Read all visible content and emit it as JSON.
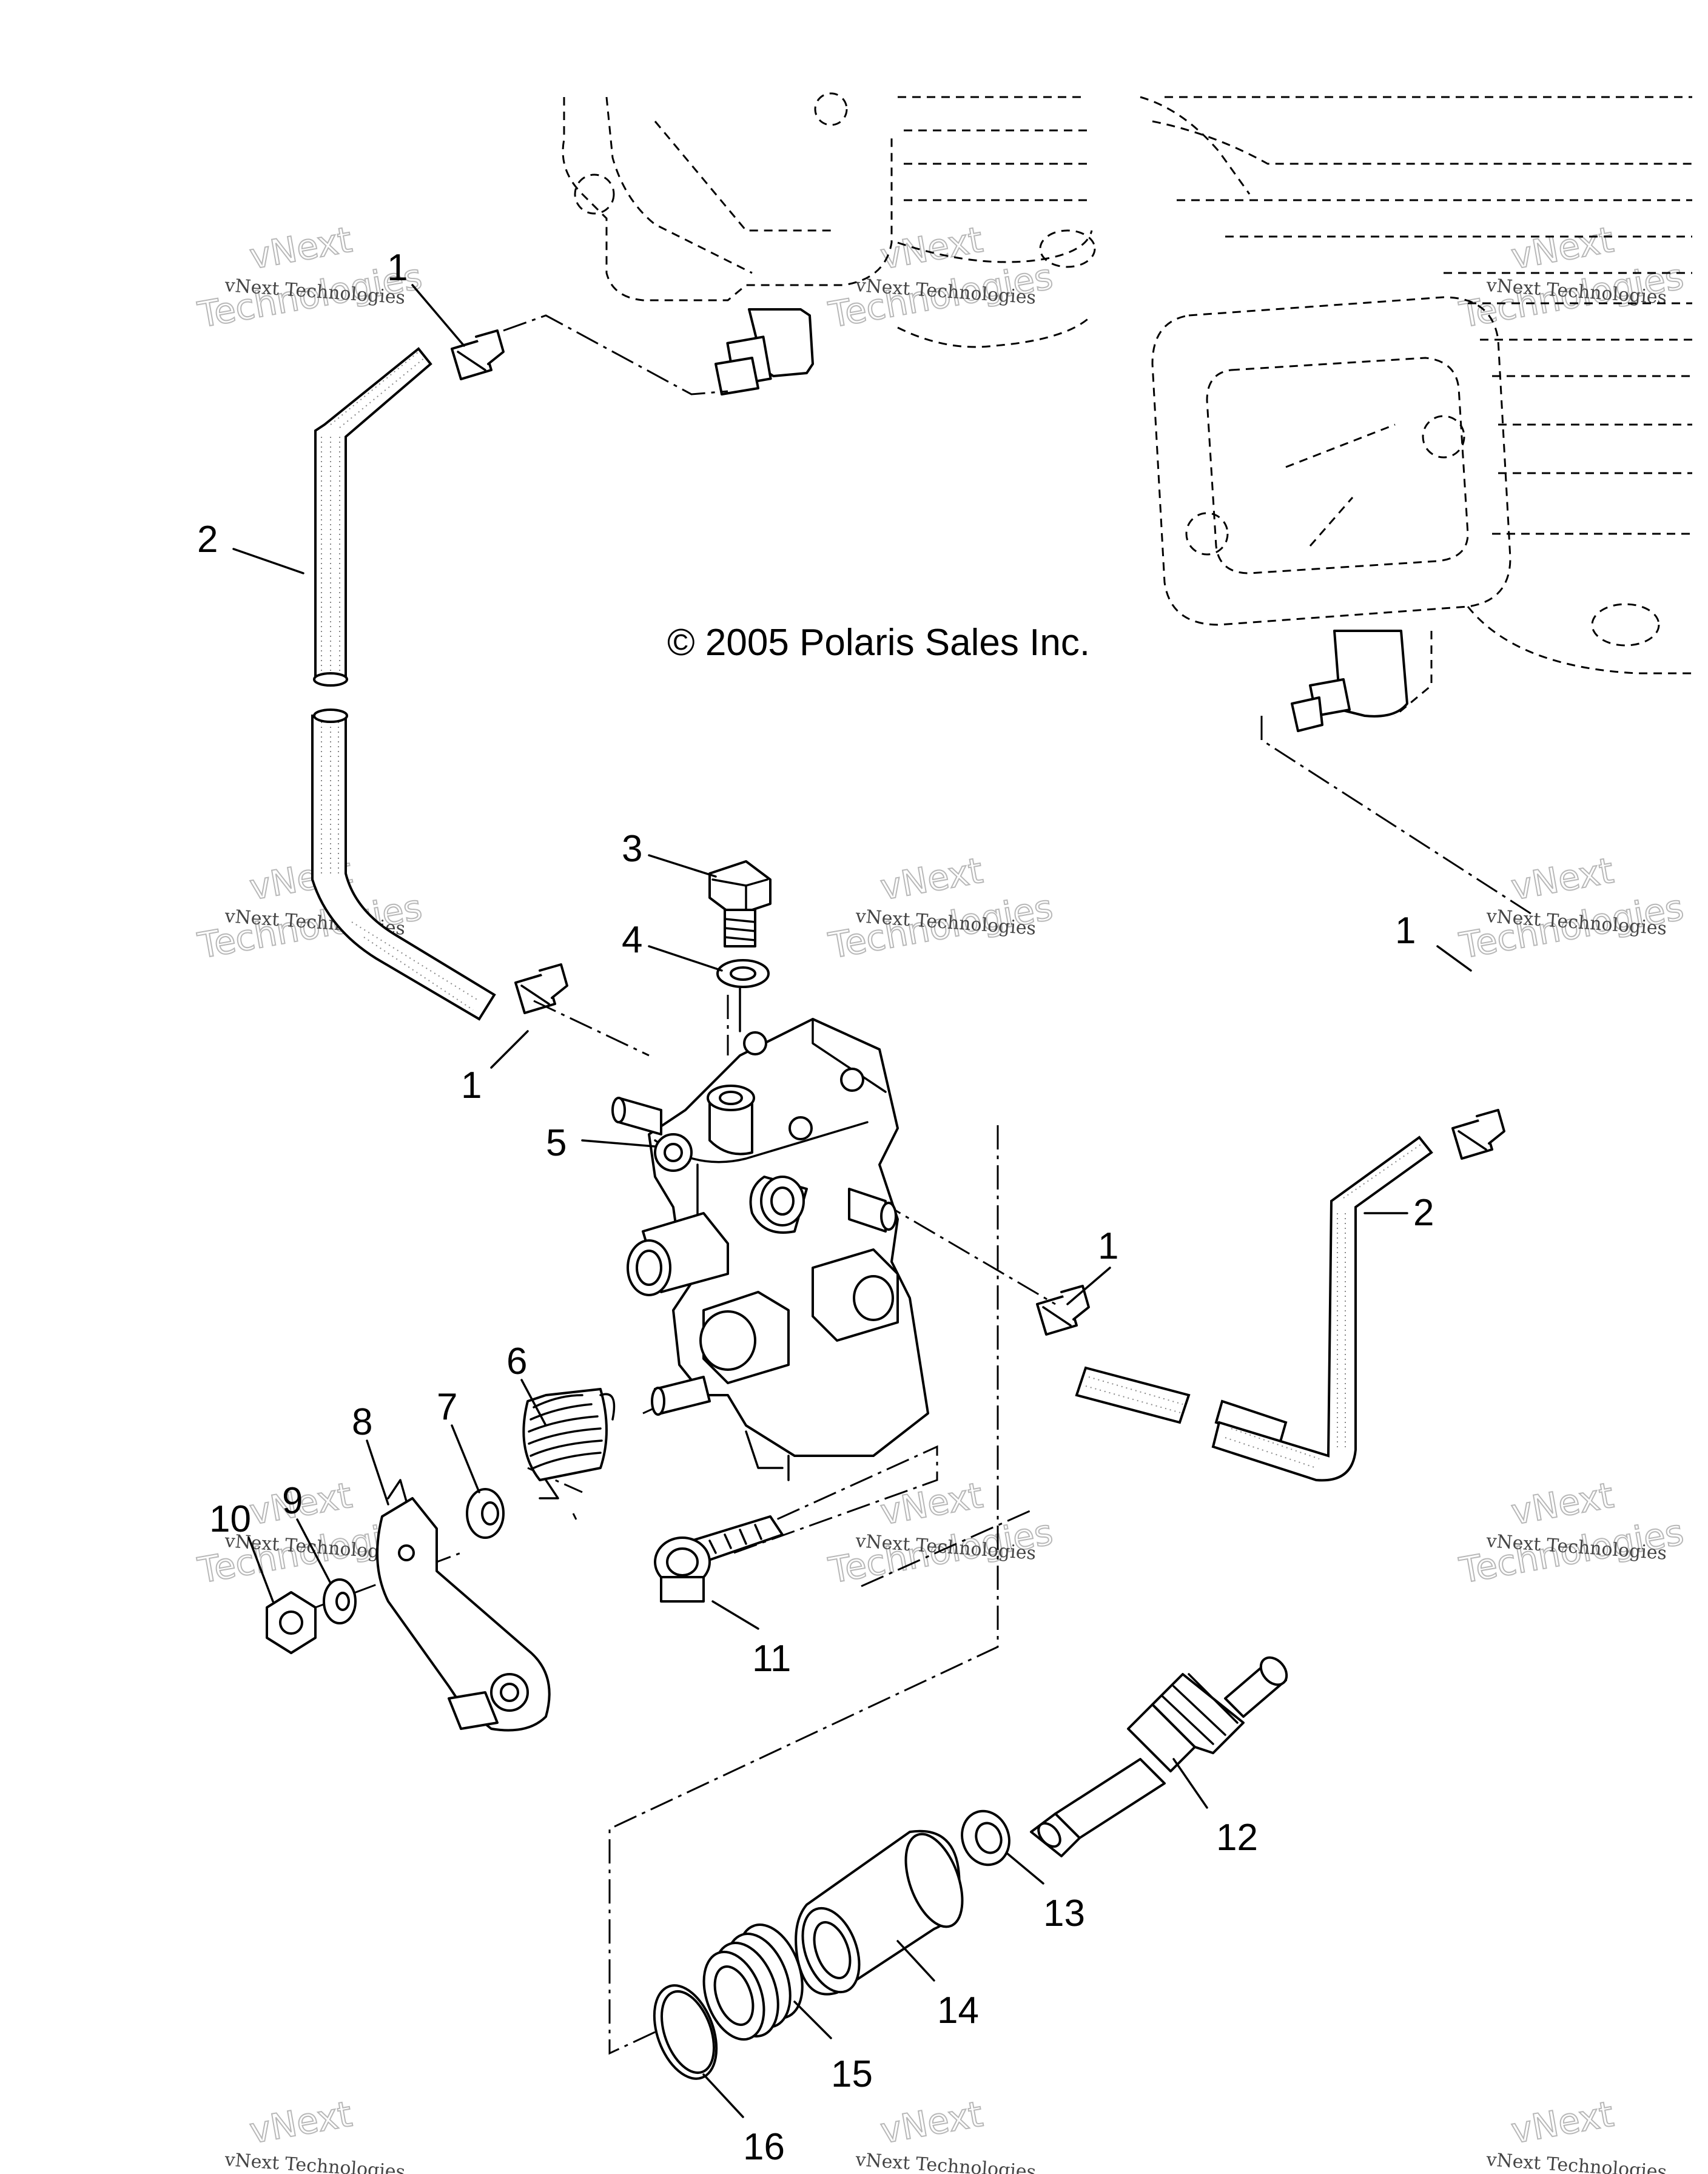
{
  "copyright": "© 2005 Polaris Sales Inc.",
  "watermark": {
    "small": "vNext Technologies",
    "large_top": "vNext",
    "large_bottom": "Technologies"
  },
  "callouts": {
    "c1a": "1",
    "c1b": "1",
    "c1c": "1",
    "c1d": "1",
    "c2a": "2",
    "c2b": "2",
    "c3": "3",
    "c4": "4",
    "c5": "5",
    "c6": "6",
    "c7": "7",
    "c8": "8",
    "c9": "9",
    "c10": "10",
    "c11": "11",
    "c12": "12",
    "c13": "13",
    "c14": "14",
    "c15": "15",
    "c16": "16"
  }
}
